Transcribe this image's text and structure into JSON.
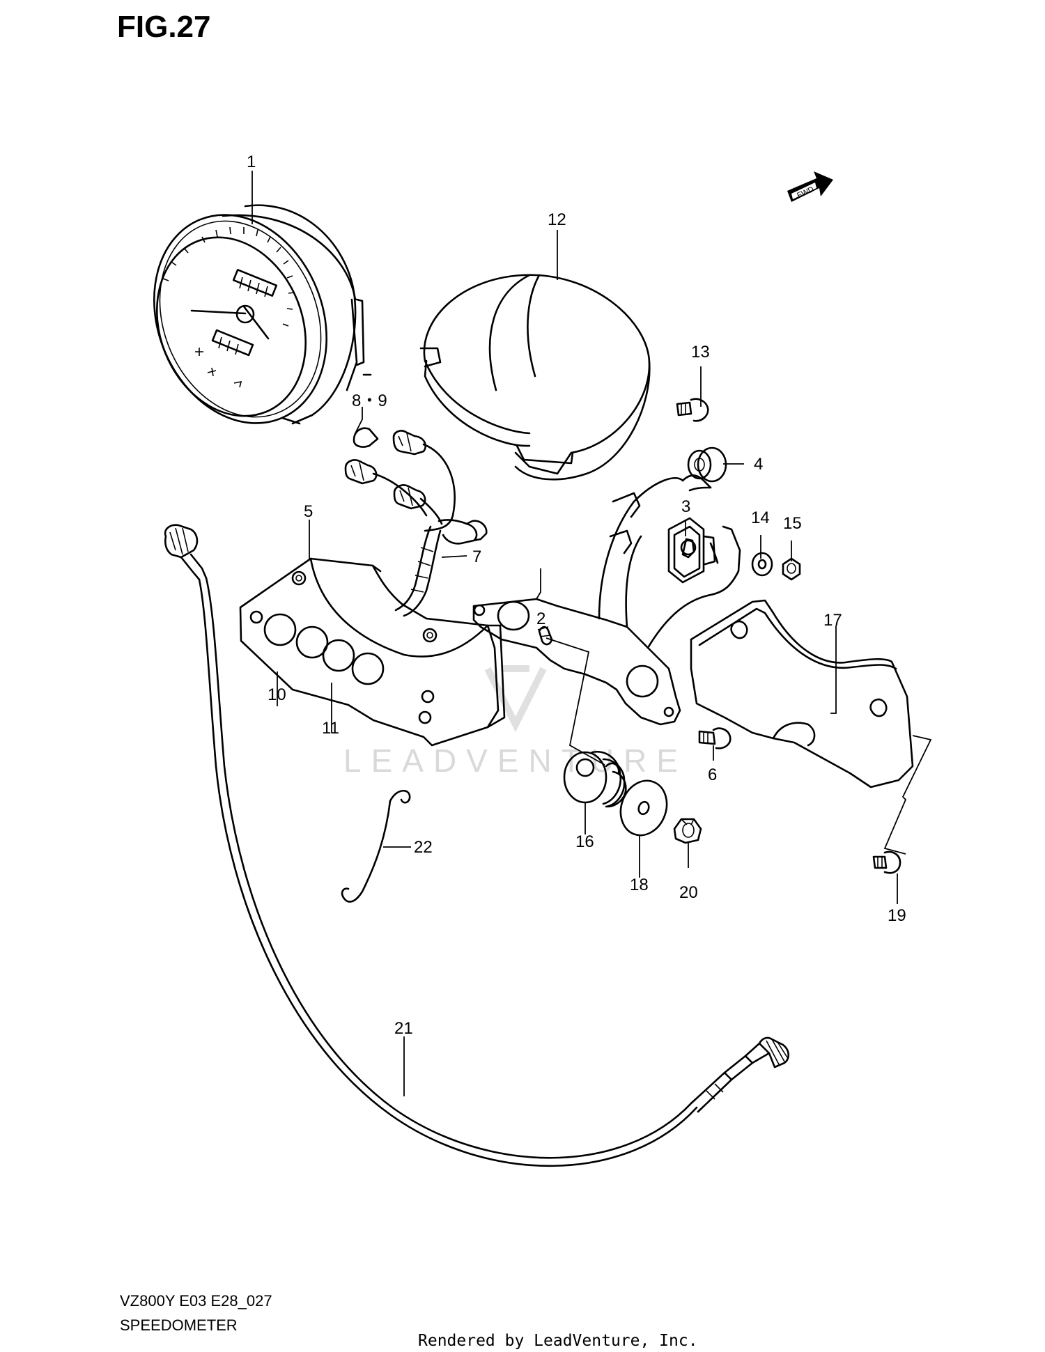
{
  "figure": {
    "title": "FIG.27",
    "model_code": "VZ800Y E03 E28_027",
    "section_name": "SPEEDOMETER",
    "rendered_by": "Rendered by LeadVenture, Inc.",
    "watermark": "LEADVENTURE",
    "fwd_label": "FWD"
  },
  "callouts": [
    {
      "id": "c1",
      "label": "1"
    },
    {
      "id": "c2",
      "label": "2"
    },
    {
      "id": "c3",
      "label": "3"
    },
    {
      "id": "c4",
      "label": "4"
    },
    {
      "id": "c5",
      "label": "5"
    },
    {
      "id": "c6",
      "label": "6"
    },
    {
      "id": "c7",
      "label": "7"
    },
    {
      "id": "c89",
      "label": "8・9"
    },
    {
      "id": "c10",
      "label": "10"
    },
    {
      "id": "c11",
      "label": "11"
    },
    {
      "id": "c12",
      "label": "12"
    },
    {
      "id": "c13",
      "label": "13"
    },
    {
      "id": "c14",
      "label": "14"
    },
    {
      "id": "c15",
      "label": "15"
    },
    {
      "id": "c16",
      "label": "16"
    },
    {
      "id": "c17",
      "label": "17"
    },
    {
      "id": "c18",
      "label": "18"
    },
    {
      "id": "c19",
      "label": "19"
    },
    {
      "id": "c20",
      "label": "20"
    },
    {
      "id": "c21",
      "label": "21"
    },
    {
      "id": "c22",
      "label": "22"
    }
  ]
}
